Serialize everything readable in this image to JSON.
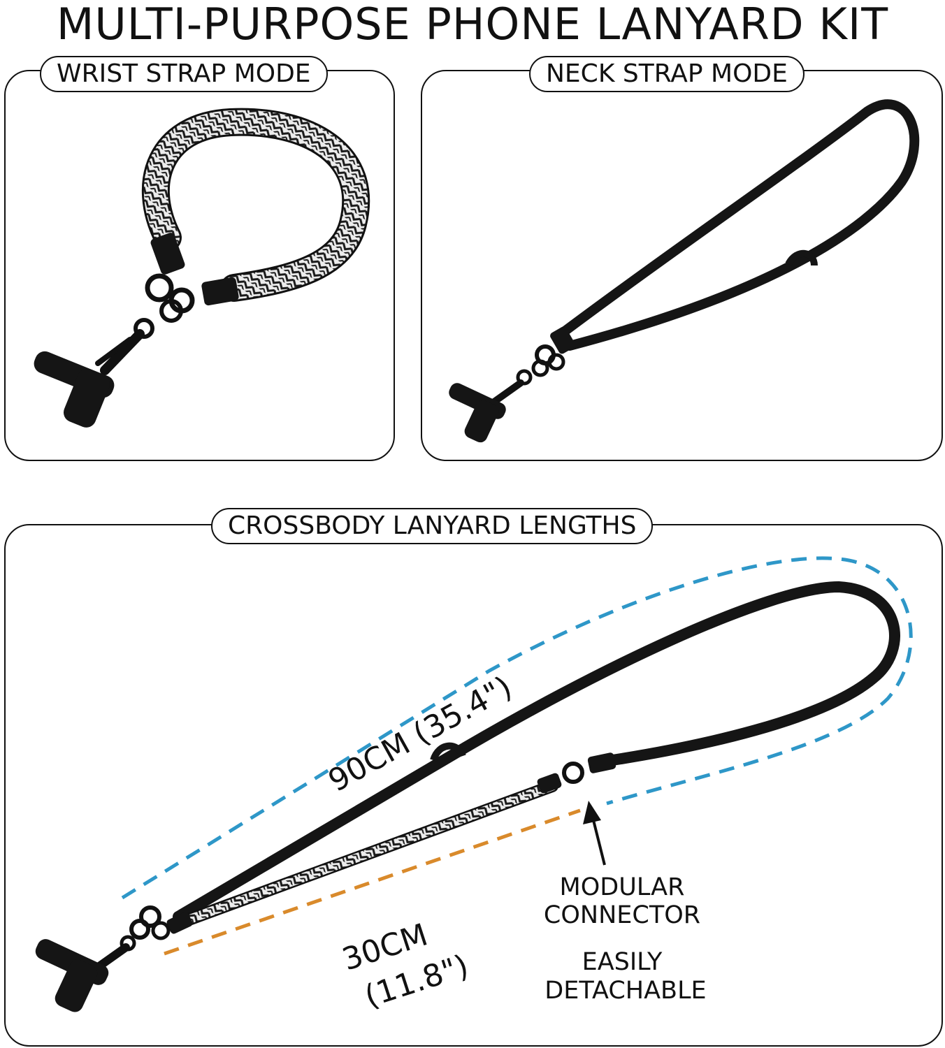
{
  "title": "MULTI-PURPOSE PHONE LANYARD KIT",
  "panels": {
    "wrist": {
      "label": "WRIST STRAP MODE"
    },
    "neck": {
      "label": "NECK STRAP MODE"
    },
    "crossbody": {
      "label": "CROSSBODY LANYARD LENGTHS",
      "long_measure": "90CM (35.4\")",
      "short_measure_line1": "30CM",
      "short_measure_line2": "(11.8\")",
      "connector_line1": "MODULAR",
      "connector_line2": "CONNECTOR",
      "detach_line1": "EASILY",
      "detach_line2": "DETACHABLE"
    }
  },
  "colors": {
    "long_dash": "#2e97c8",
    "short_dash": "#d98a2b",
    "cord": "#151515",
    "patterned_cord": "#d9d9d9"
  }
}
